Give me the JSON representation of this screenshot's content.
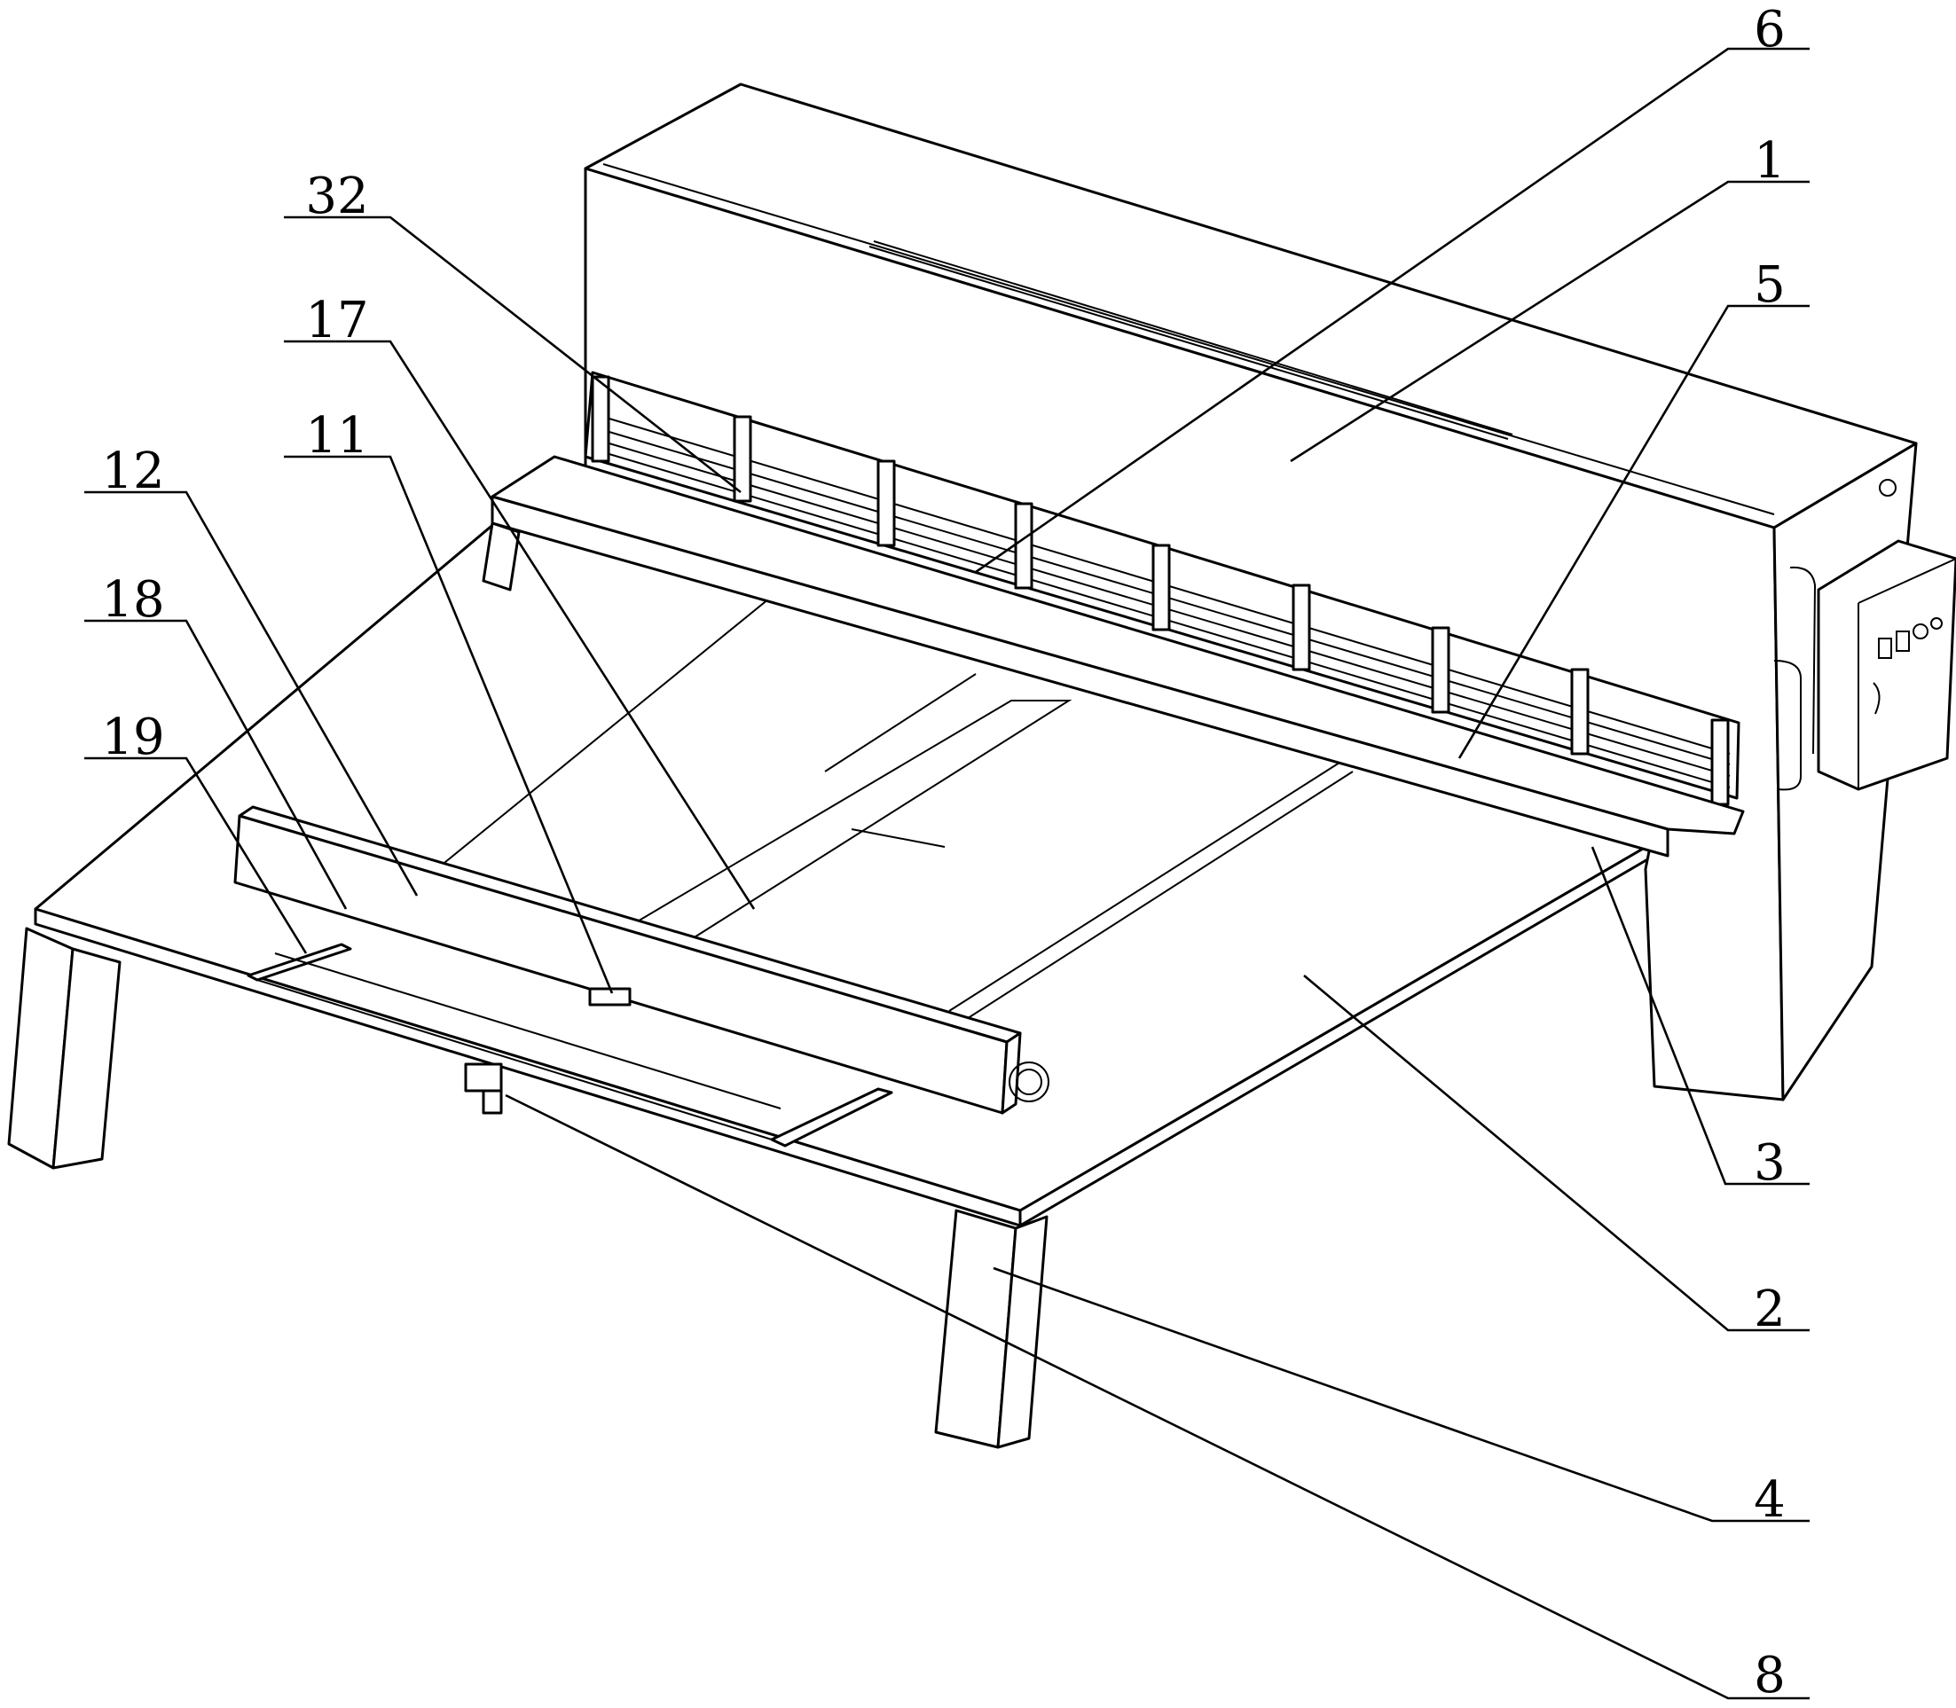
{
  "callouts": [
    {
      "id": "6",
      "label": "6"
    },
    {
      "id": "1",
      "label": "1"
    },
    {
      "id": "5",
      "label": "5"
    },
    {
      "id": "32",
      "label": "32"
    },
    {
      "id": "17",
      "label": "17"
    },
    {
      "id": "11",
      "label": "11"
    },
    {
      "id": "12",
      "label": "12"
    },
    {
      "id": "18",
      "label": "18"
    },
    {
      "id": "19",
      "label": "19"
    },
    {
      "id": "3",
      "label": "3"
    },
    {
      "id": "2",
      "label": "2"
    },
    {
      "id": "4",
      "label": "4"
    },
    {
      "id": "8",
      "label": "8"
    }
  ]
}
